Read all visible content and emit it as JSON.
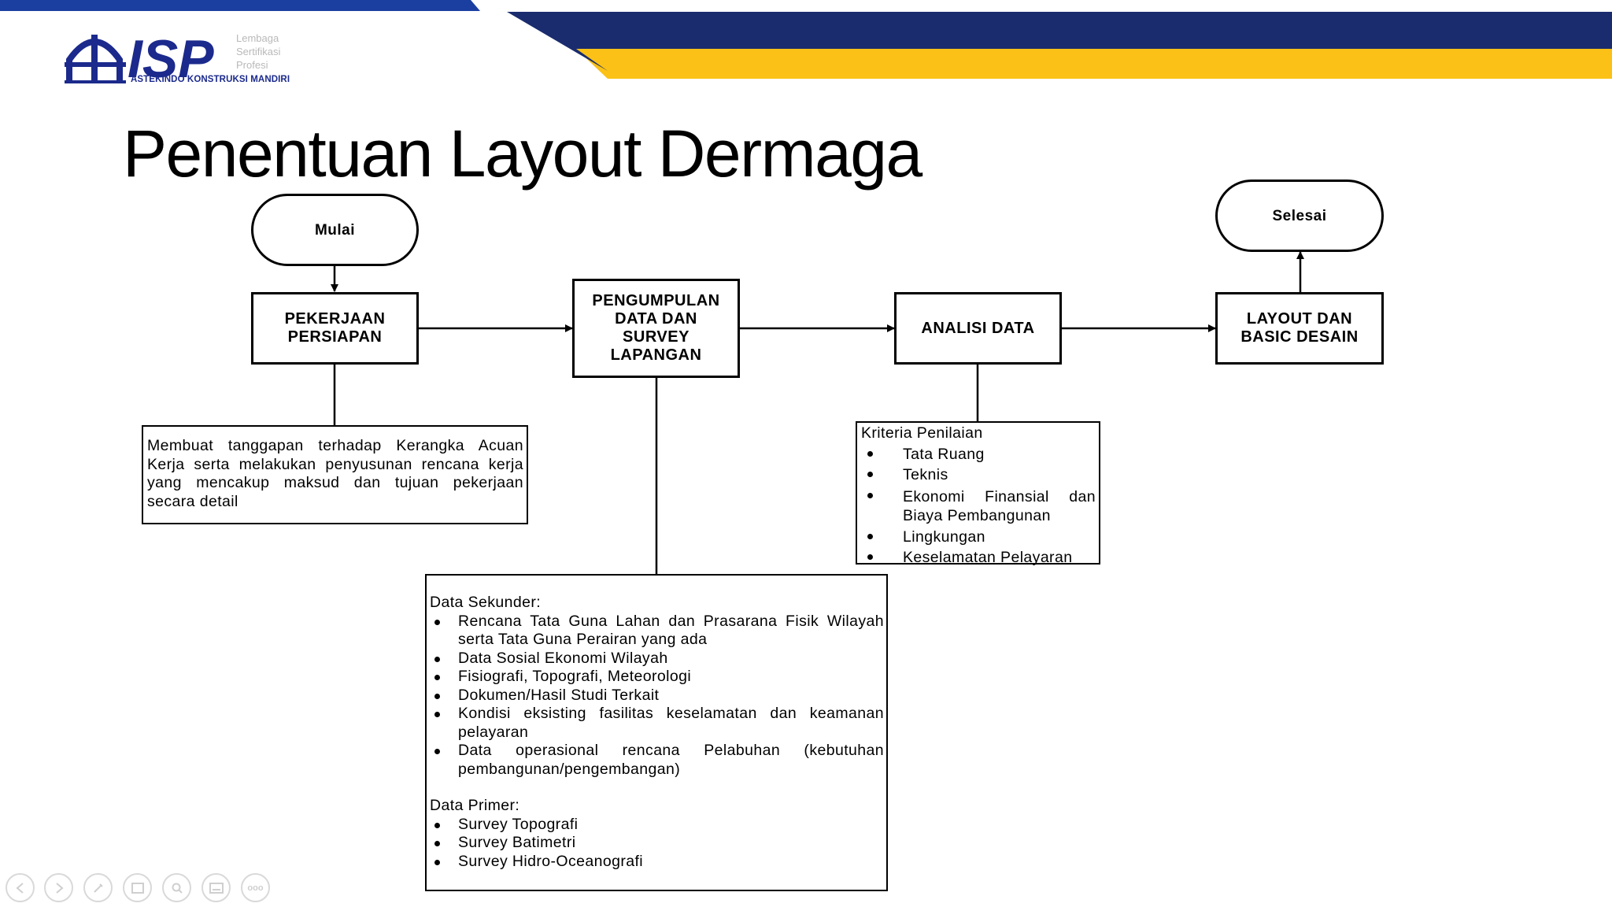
{
  "header": {
    "logo_text": "ISP",
    "logo_tagline": [
      "Lembaga",
      "Sertifikasi",
      "Profesi"
    ],
    "logo_org": "ASTEKINDO KONSTRUKSI MANDIRI",
    "colors": {
      "blue": "#1a2c6e",
      "yellow": "#fbc116",
      "accent": "#1b3fa0",
      "logo_blue": "#1b2a8c"
    }
  },
  "slide": {
    "title": "Penentuan Layout Dermaga"
  },
  "flow": {
    "start": "Mulai",
    "step1": "PEKERJAAN PERSIAPAN",
    "step2": "PENGUMPULAN DATA DAN SURVEY LAPANGAN",
    "step3": "ANALISI DATA",
    "step4": "LAYOUT DAN BASIC DESAIN",
    "end": "Selesai"
  },
  "notes": {
    "persiapan": "Membuat tanggapan terhadap Kerangka Acuan Kerja serta melakukan penyusunan rencana kerja yang mencakup maksud dan tujuan pekerjaan secara detail",
    "kriteria": {
      "heading": "Kriteria Penilaian",
      "items": [
        "Tata Ruang",
        "Teknis",
        "Ekonomi Finansial dan Biaya Pembangunan",
        "Lingkungan",
        "Keselamatan Pelayaran"
      ]
    },
    "data": {
      "sekunder_heading": "Data Sekunder:",
      "sekunder_items": [
        "Rencana Tata Guna Lahan dan Prasarana Fisik Wilayah serta Tata Guna Perairan yang ada",
        "Data Sosial Ekonomi Wilayah",
        "Fisiografi, Topografi, Meteorologi",
        "Dokumen/Hasil Studi Terkait",
        "Kondisi eksisting fasilitas keselamatan dan keamanan pelayaran",
        "Data operasional rencana Pelabuhan (kebutuhan pembangunan/pengembangan)"
      ],
      "primer_heading": "Data Primer:",
      "primer_items": [
        "Survey Topografi",
        "Survey Batimetri",
        "Survey Hidro-Oceanografi"
      ]
    }
  },
  "controls": {
    "icons": [
      "previous-icon",
      "next-icon",
      "pen-icon",
      "slides-icon",
      "zoom-icon",
      "subtitles-icon",
      "more-icon"
    ],
    "more_glyph": "ooo"
  }
}
